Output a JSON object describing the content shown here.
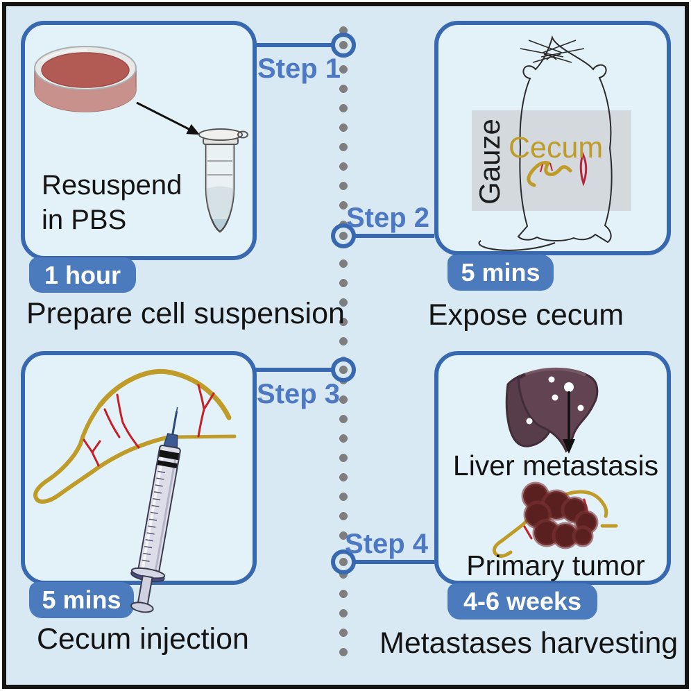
{
  "figure": {
    "type": "surgical-protocol-schematic",
    "description": "Four-step cecum injection mouse model workflow"
  },
  "colors": {
    "background": "#d9e9f3",
    "panel_fill": "#e3f1f9",
    "panel_border": "#3768b0",
    "badge_blue": "#4b7abd",
    "step_text_blue": "#4d78c4",
    "timeline_dot_gray": "#7e7e7e",
    "cecum_gold": "#bf9b28",
    "vessel_red": "#c51f28",
    "media_red": "#b25b55",
    "liver_maroon": "#5d404d",
    "tumor_dark_red": "#5a2020",
    "gauze_gray": "#d0d6d9",
    "frame_black": "#141414"
  },
  "steps": [
    {
      "label": "Step 1",
      "duration": "1 hour",
      "caption": "Prepare cell suspension",
      "note_line1": "Resuspend",
      "note_line2": "in PBS",
      "illustrations": [
        "petri-dish-icon",
        "arrow-icon",
        "microcentrifuge-tube-icon"
      ]
    },
    {
      "label": "Step 2",
      "duration": "5 mins",
      "caption": "Expose cecum",
      "gauze_label": "Gauze",
      "cecum_label": "Cecum",
      "illustrations": [
        "mouse-icon",
        "gauze-pad",
        "cecum-icon"
      ]
    },
    {
      "label": "Step 3",
      "duration": "5 mins",
      "caption": "Cecum injection",
      "illustrations": [
        "cecum-icon",
        "syringe-icon"
      ]
    },
    {
      "label": "Step 4",
      "duration": "4-6 weeks",
      "caption": "Metastases harvesting",
      "liver_label": "Liver metastasis",
      "tumor_label": "Primary tumor",
      "illustrations": [
        "liver-icon",
        "arrow-icon",
        "tumor-cluster-icon"
      ]
    }
  ]
}
